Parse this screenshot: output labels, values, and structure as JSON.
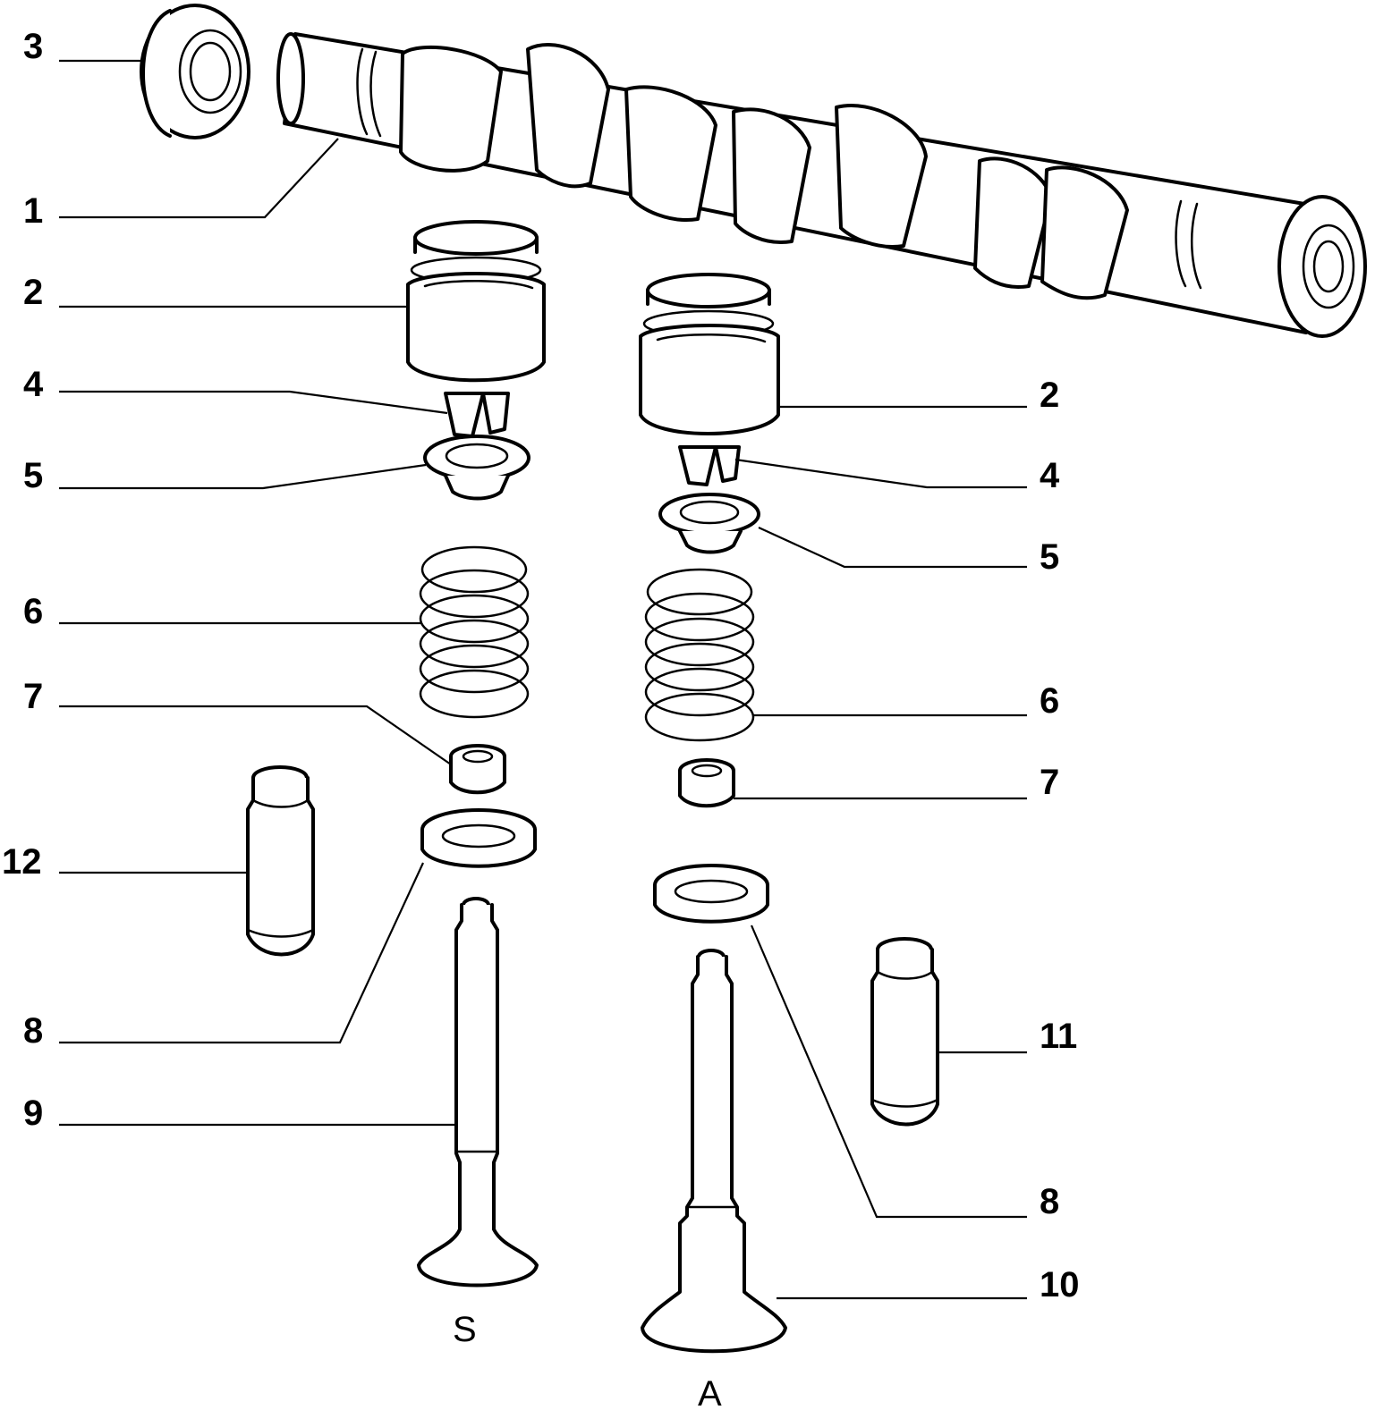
{
  "callouts": {
    "n3": "3",
    "n1": "1",
    "n2_left": "2",
    "n4_left": "4",
    "n5_left": "5",
    "n6_left": "6",
    "n7_left": "7",
    "n12": "12",
    "n8_left": "8",
    "n9": "9",
    "n2_right": "2",
    "n4_right": "4",
    "n5_right": "5",
    "n6_right": "6",
    "n7_right": "7",
    "n11": "11",
    "n8_right": "8",
    "n10": "10"
  },
  "captions": {
    "exhaust": "S",
    "intake": "A"
  }
}
